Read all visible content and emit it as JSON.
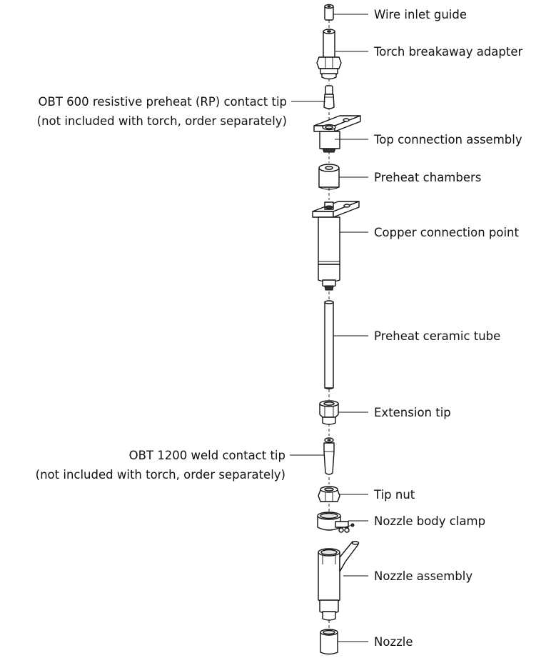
{
  "labels": {
    "wire_inlet_guide": "Wire inlet guide",
    "torch_breakaway_adapter": "Torch breakaway adapter",
    "rp_contact_tip_line1": "OBT 600 resistive preheat (RP) contact tip",
    "rp_contact_tip_line2": "(not included with torch, order separately)",
    "top_connection_assembly": "Top connection assembly",
    "preheat_chambers": "Preheat chambers",
    "copper_connection_point": "Copper connection point",
    "preheat_ceramic_tube": "Preheat ceramic tube",
    "extension_tip": "Extension tip",
    "weld_contact_tip_line1": "OBT 1200 weld contact tip",
    "weld_contact_tip_line2": "(not included with torch, order separately)",
    "tip_nut": "Tip nut",
    "nozzle_body_clamp": "Nozzle body clamp",
    "nozzle_assembly": "Nozzle assembly",
    "nozzle": "Nozzle"
  }
}
